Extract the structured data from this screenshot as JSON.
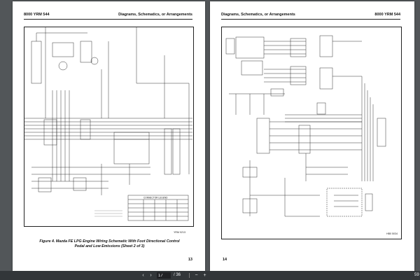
{
  "viewer": {
    "current_page": "17",
    "total_pages": "/ 36",
    "zoom": "59"
  },
  "left_page": {
    "header_left": "8000 YRM 544",
    "header_right": "Diagrams, Schematics, or Arrangements",
    "table_title": "CONNECTOR LEGEND",
    "drawing_code": "YRM 0213",
    "caption_line1": "Figure 4.  Mazda FE LPG Engine Wiring Schematic With Foot Directional Control",
    "caption_line2": "Pedal and Low Emissions (Sheet 2 of 3)",
    "page_number": "13"
  },
  "right_page": {
    "header_left": "Diagrams, Schematics, or Arrangements",
    "header_right": "8000 YRM 544",
    "drawing_code": "HB0 5034",
    "page_number": "14"
  }
}
